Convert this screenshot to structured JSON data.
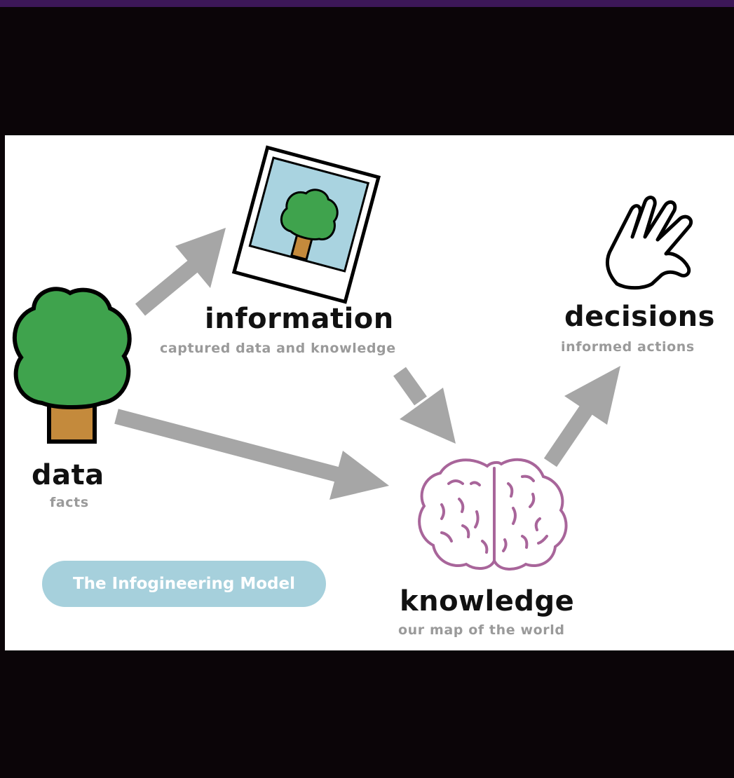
{
  "colors": {
    "frame_purple": "#3c1757",
    "frame_dark": "#0b0508",
    "arrow": "#a6a6a6",
    "tree_green": "#3fa34d",
    "trunk_brown": "#c48a3c",
    "photo_sky": "#a9d3e0",
    "brain_purple": "#a8659a",
    "badge_blue": "#a6d0dc",
    "title_black": "#111111",
    "subtitle_gray": "#9a9a9a"
  },
  "nodes": {
    "data": {
      "title": "data",
      "subtitle": "facts",
      "icon": "tree-icon"
    },
    "information": {
      "title": "information",
      "subtitle": "captured data and knowledge",
      "icon": "photo-icon"
    },
    "knowledge": {
      "title": "knowledge",
      "subtitle": "our map of the world",
      "icon": "brain-icon"
    },
    "decisions": {
      "title": "decisions",
      "subtitle": "informed actions",
      "icon": "hand-icon"
    }
  },
  "badge": {
    "label": "The Infogineering Model"
  }
}
